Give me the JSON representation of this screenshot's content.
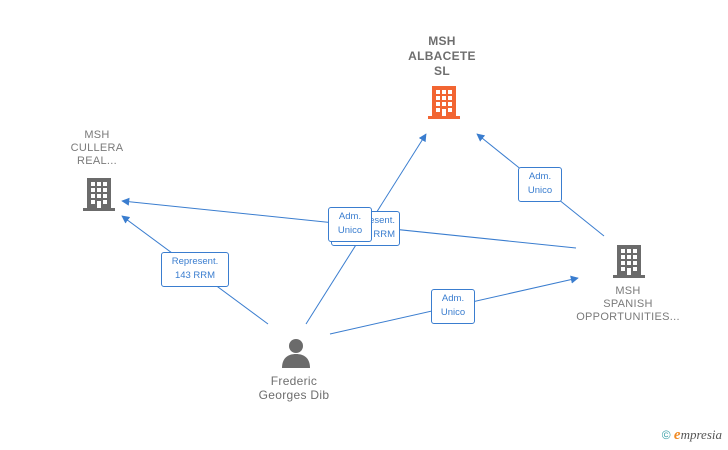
{
  "nodes": {
    "albacete": {
      "lines": [
        "MSH",
        "ALBACETE",
        "SL"
      ]
    },
    "cullera": {
      "lines": [
        "MSH",
        "CULLERA",
        "REAL..."
      ]
    },
    "spanish": {
      "lines": [
        "MSH",
        "SPANISH",
        "OPPORTUNITIES..."
      ]
    },
    "person": {
      "lines": [
        "Frederic",
        "Georges Dib"
      ]
    }
  },
  "edges": {
    "represent_143": {
      "lines": [
        "Represent.",
        "143 RRM"
      ]
    },
    "adm_unico_center": {
      "lines": [
        "Adm.",
        "Unico"
      ]
    },
    "represent_hidden": {
      "lines": [
        "Represent.",
        "143 RRM"
      ]
    },
    "adm_unico_right": {
      "lines": [
        "Adm.",
        "Unico"
      ]
    },
    "adm_unico_bottom": {
      "lines": [
        "Adm.",
        "Unico"
      ]
    }
  },
  "colors": {
    "edge": "#3a7dcf",
    "building_main": "#f26532",
    "building": "#6b6b6b",
    "person": "#6b6b6b"
  },
  "icons": {
    "main_company": "building-icon",
    "company": "building-icon",
    "person": "person-icon"
  },
  "footer": {
    "copyright_symbol": "©",
    "brand_first": "e",
    "brand_rest": "mpresia"
  }
}
